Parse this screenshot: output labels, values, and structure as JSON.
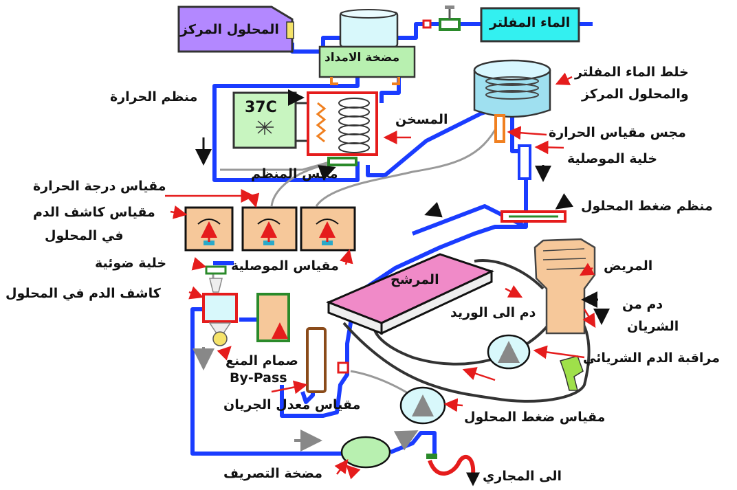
{
  "labels": {
    "concentrate": "المحلول المركز",
    "filtered_water": "الماء المفلتر",
    "supply_pump": "مضخة الامداد",
    "mixing": "خلط الماء المفلتر",
    "mixing2": "والمحلول المركز",
    "thermostat": "منظم الحرارة",
    "temp_display": "37C",
    "heater": "المسخن",
    "temp_probe": "مجس مقياس الحرارة",
    "regulator_probe": "مجس المنظم",
    "conductivity_cell": "خلية الموصلية",
    "temp_meter": "مقياس درجة الحرارة",
    "pressure_regulator": "منظم ضغط المحلول",
    "blood_detector_meter": "مقياس كاشف الدم",
    "blood_detector_meter2": "في المحلول",
    "photo_cell": "خلية ضوئية",
    "conductivity_meter": "مقياس الموصلية",
    "patient": "المريض",
    "filter": "المرشح",
    "arterial_blood": "دم من",
    "arterial_blood2": "الشريان",
    "venous_blood": "دم الى الوريد",
    "blood_detector": "كاشف الدم في المحلول",
    "bypass_valve": "صمام المنع",
    "bypass": "By-Pass",
    "arterial_monitor": "مراقبة الدم الشريائي",
    "flow_meter": "مقياس معدل الجريان",
    "solution_pressure_meter": "مقياس ضغط المحلول",
    "drain_pump": "مضخة التصريف",
    "to_drain": "الى المجاري"
  },
  "colors": {
    "pipe": "#1a3cff",
    "concentrate_box": "#b388ff",
    "water_box": "#33f0f0",
    "meter_box": "#f6c89a",
    "pump_green": "#b8f0b0",
    "filter_pink": "#f08ac8",
    "heater_red": "#e51c1c",
    "arrow_red": "#e51c1c"
  }
}
